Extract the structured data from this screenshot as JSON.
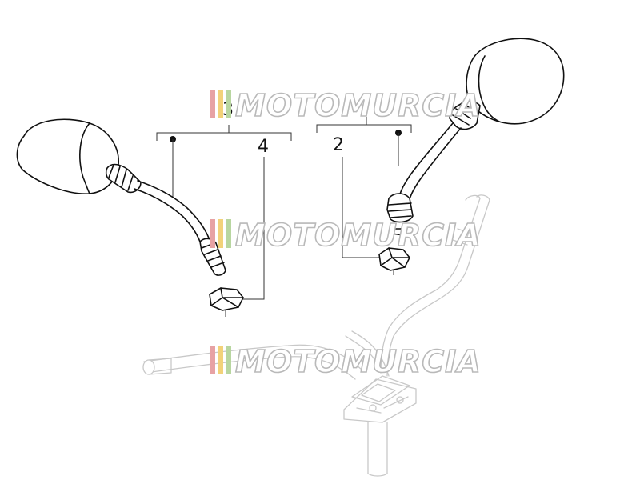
{
  "callouts": {
    "part_2": "2",
    "part_3": "3",
    "part_4": "4"
  },
  "watermark": {
    "text": "MOTOMURCIA",
    "stripe_colors": [
      "#e7a2a4",
      "#f2d27a",
      "#b8d6a0"
    ]
  },
  "colors": {
    "line": "#111111",
    "ghost": "#c8c8c8",
    "background": "#ffffff"
  }
}
